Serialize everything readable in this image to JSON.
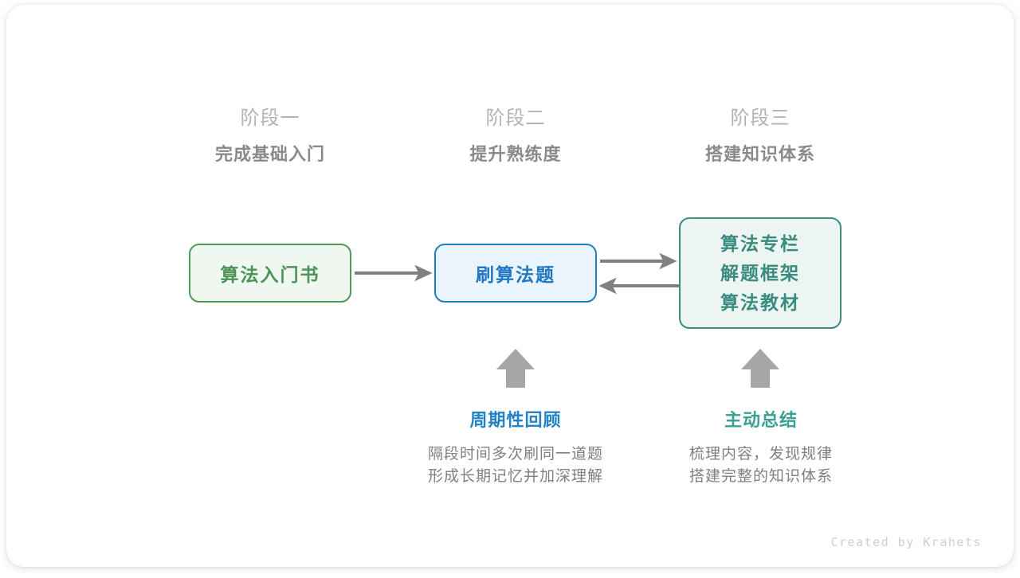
{
  "diagram": {
    "title_hidden": "",
    "stages": [
      {
        "kicker": "阶段一",
        "title": "完成基础入门"
      },
      {
        "kicker": "阶段二",
        "title": "提升熟练度"
      },
      {
        "kicker": "阶段三",
        "title": "搭建知识体系"
      }
    ],
    "nodes": [
      {
        "id": "book",
        "label": "算法入门书",
        "color": "#4a9455",
        "border": "#4f9a58",
        "fill": "#f0f6f0"
      },
      {
        "id": "practice",
        "label": "刷算法题",
        "color": "#2176c2",
        "border": "#1d7ec4",
        "fill": "#e9f4fc"
      },
      {
        "id": "system",
        "lines": [
          "算法专栏",
          "解题框架",
          "算法教材"
        ],
        "color": "#3a8b80",
        "border": "#3c8c82",
        "fill": "#edf5f2"
      }
    ],
    "edges": [
      {
        "from": "book",
        "to": "practice",
        "direction": "right",
        "color": "#808080"
      },
      {
        "from": "practice",
        "to": "system",
        "direction": "right",
        "color": "#808080"
      },
      {
        "from": "system",
        "to": "practice",
        "direction": "left",
        "color": "#808080"
      },
      {
        "from": "note-review",
        "to": "practice",
        "direction": "up",
        "color": "#a6a6a6"
      },
      {
        "from": "note-summary",
        "to": "system",
        "direction": "up",
        "color": "#a6a6a6"
      }
    ],
    "notes": [
      {
        "title": "周期性回顾",
        "title_color": "#2282c8",
        "body_line_1": "隔段时间多次刷同一道题",
        "body_line_2": "形成长期记忆并加深理解"
      },
      {
        "title": "主动总结",
        "title_color": "#3aa08f",
        "body_line_1": "梳理内容，发现规律",
        "body_line_2": "搭建完整的知识体系"
      }
    ],
    "credit": "Created by Krahets"
  }
}
